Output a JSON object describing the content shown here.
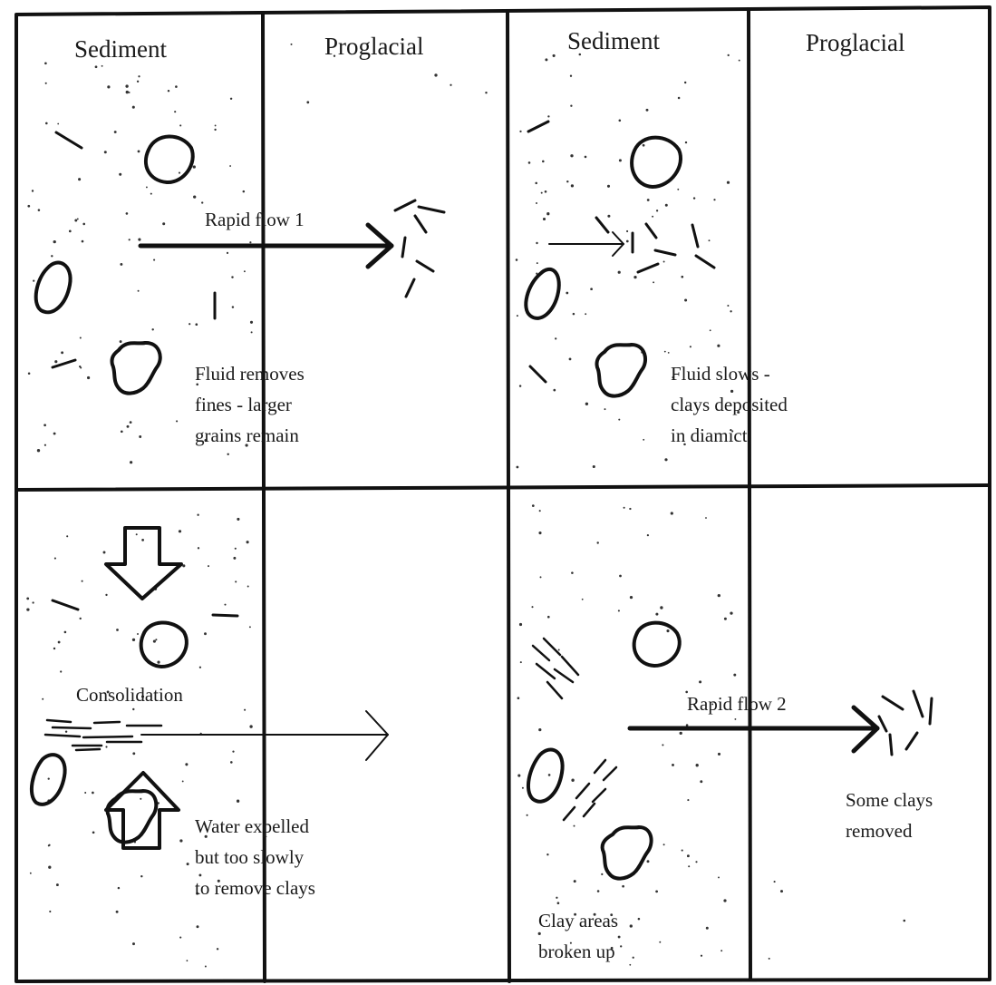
{
  "panels": {
    "top_left": {
      "header_left": "Sediment",
      "header_right": "Proglacial",
      "arrow_label": "Rapid flow 1",
      "note": [
        "Fluid removes",
        "fines - larger",
        "grains remain"
      ]
    },
    "top_right": {
      "header_left": "Sediment",
      "header_right": "Proglacial",
      "note": [
        "Fluid slows -",
        "clays deposited",
        "in diamict"
      ]
    },
    "bottom_left": {
      "arrow_label": "Consolidation",
      "note": [
        "Water expelled",
        "but too slowly",
        "to remove clays"
      ]
    },
    "bottom_right": {
      "arrow_label": "Rapid flow 2",
      "note_left": [
        "Clay areas",
        "broken up"
      ],
      "note_right": [
        "Some clays",
        "removed"
      ]
    }
  },
  "colors": {
    "ink": "#111111",
    "paper": "#ffffff"
  }
}
